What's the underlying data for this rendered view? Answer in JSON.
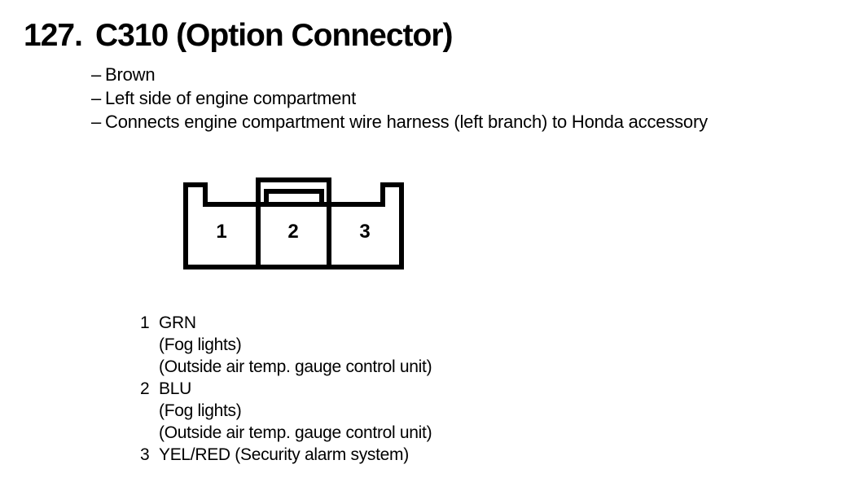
{
  "header": {
    "number": "127.",
    "title": "C310 (Option Connector)"
  },
  "details": {
    "bullet": "–",
    "items": [
      "Brown",
      "Left side of engine compartment",
      "Connects engine compartment wire harness (left branch) to Honda accessory"
    ]
  },
  "connector_diagram": {
    "pins": [
      "1",
      "2",
      "3"
    ]
  },
  "pin_table": {
    "rows": [
      {
        "pin": "1",
        "wire": "GRN",
        "functions": [
          "(Fog lights)",
          "(Outside air temp. gauge control unit)"
        ]
      },
      {
        "pin": "2",
        "wire": "BLU",
        "functions": [
          "(Fog lights)",
          "(Outside air temp. gauge control unit)"
        ]
      },
      {
        "pin": "3",
        "wire": "YEL/RED (Security alarm system)",
        "functions": []
      }
    ]
  },
  "colors": {
    "ink": "#000000",
    "paper": "#ffffff"
  }
}
